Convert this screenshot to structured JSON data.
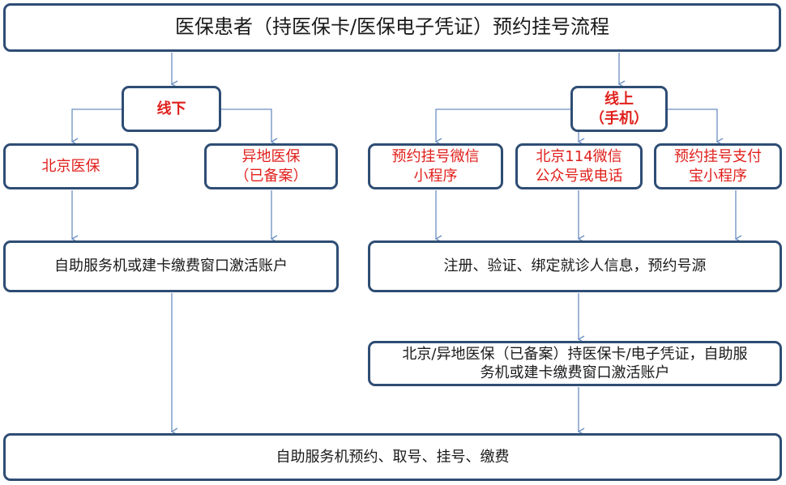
{
  "title": "医保患者（持医保卡/医保电子凭证）预约挂号流程",
  "offline": "线下",
  "online": {
    "line1": "线上",
    "line2": "（手机）"
  },
  "offline_branches": {
    "beijing": "北京医保",
    "other": {
      "line1": "异地医保",
      "line2": "（已备案）"
    }
  },
  "online_branches": {
    "wechat": {
      "line1": "预约挂号微信",
      "line2": "小程序"
    },
    "bj114": {
      "line1": "北京114微信",
      "line2": "公众号或电话"
    },
    "alipay": {
      "line1": "预约挂号支付",
      "line2": "宝小程序"
    }
  },
  "steps": {
    "offline_activate": "自助服务机或建卡缴费窗口激活账户",
    "online_register": "注册、验证、绑定就诊人信息，预约号源",
    "online_activate": {
      "line1": "北京/异地医保（已备案）持医保卡/电子凭证，自助服",
      "line2": "务机或建卡缴费窗口激活账户"
    },
    "final": "自助服务机预约、取号、挂号、缴费"
  },
  "colors": {
    "border": "#2e4d74",
    "connector": "#6b8fc2",
    "highlight_text": "#e0201c"
  }
}
